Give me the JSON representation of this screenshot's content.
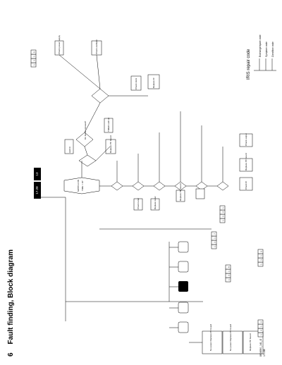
{
  "page": {
    "section_number": "6",
    "title": "Fault finding, Block diagram",
    "footer_code": "8904590_141_G",
    "footer_date": "170-88"
  },
  "header_tabs": [
    "17.28",
    "13"
  ],
  "start_terminal": {
    "line1": "SWITCH ON",
    "line2": "TIME = 10\""
  },
  "iris": {
    "title": "IRIS repair code",
    "legend": [
      "Exchange/spare code",
      "Symptom code",
      "Condition code"
    ]
  },
  "code_blocks": [
    "1 3 1 5",
    "1 4 1 X",
    "1 3 1 6",
    "1 3 1 7",
    "1 3 4 1",
    "1 3 1 8"
  ],
  "flow_texts": [
    "No power Replace PC board",
    "No power Replace PC board",
    "Replace PC board",
    "LED lit",
    "Replace PC board",
    "TIMER LED on",
    "On button pressed?",
    "Check power supply",
    "Check oscillator",
    "Check clock",
    "Replace IC",
    "Check tuner",
    "Replace tuner",
    "Check IC",
    "Replace PC board",
    "Check output",
    "Replace PC board"
  ]
}
